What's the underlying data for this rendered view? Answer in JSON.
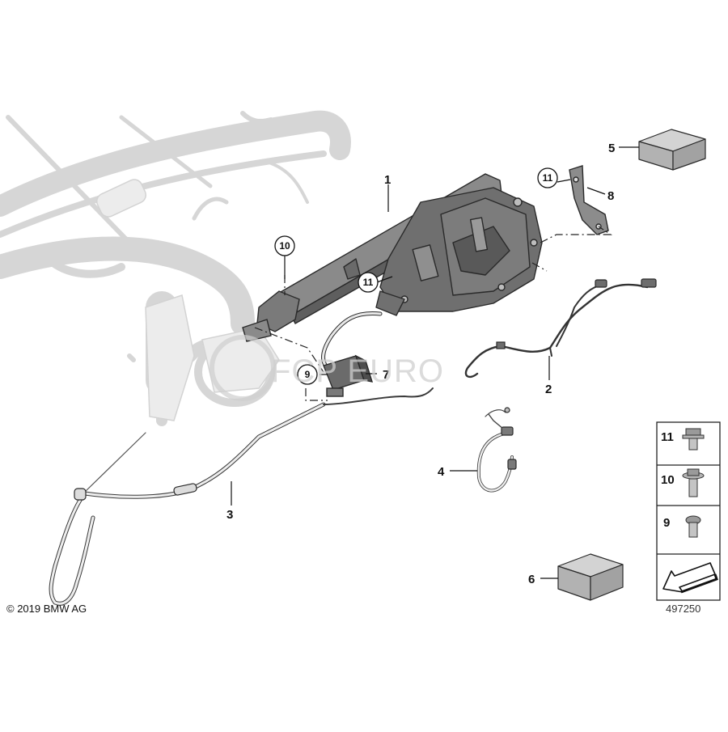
{
  "copyright": "© 2019 BMW AG",
  "diagram_id": "497250",
  "watermark": "FCP EURO",
  "callouts": {
    "c1": "1",
    "c2": "2",
    "c3": "3",
    "c4": "4",
    "c5": "5",
    "c6": "6",
    "c7": "7",
    "c8": "8",
    "circ9": "9",
    "circ10": "10",
    "circ11a": "11",
    "circ11b": "11"
  },
  "legend": {
    "items": [
      {
        "label": "11",
        "icon": "flange-bolt-icon"
      },
      {
        "label": "10",
        "icon": "washer-bolt-icon"
      },
      {
        "label": "9",
        "icon": "screw-icon"
      }
    ],
    "arrow_icon": "direction-arrow-icon"
  },
  "colors": {
    "line": "#222222",
    "part_fill": "#6f6f6f",
    "ghost": "#d8d8d8",
    "box_fill": "#bdbdbd"
  }
}
